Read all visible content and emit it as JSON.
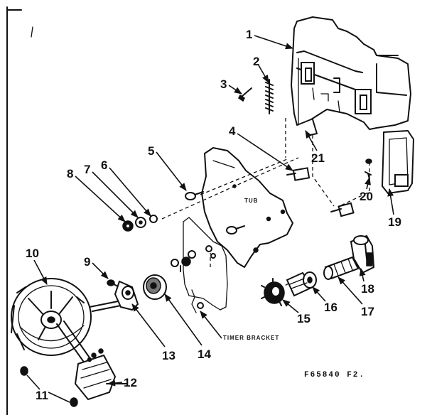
{
  "callouts": [
    {
      "id": "1",
      "text": "1"
    },
    {
      "id": "2",
      "text": "2"
    },
    {
      "id": "3",
      "text": "3"
    },
    {
      "id": "4",
      "text": "4"
    },
    {
      "id": "5",
      "text": "5"
    },
    {
      "id": "6",
      "text": "6"
    },
    {
      "id": "7",
      "text": "7"
    },
    {
      "id": "8",
      "text": "8"
    },
    {
      "id": "9",
      "text": "9"
    },
    {
      "id": "10",
      "text": "10"
    },
    {
      "id": "11",
      "text": "11"
    },
    {
      "id": "12",
      "text": "12"
    },
    {
      "id": "13",
      "text": "13"
    },
    {
      "id": "14",
      "text": "14"
    },
    {
      "id": "15",
      "text": "15"
    },
    {
      "id": "16",
      "text": "16"
    },
    {
      "id": "17",
      "text": "17"
    },
    {
      "id": "18",
      "text": "18"
    },
    {
      "id": "19",
      "text": "19"
    },
    {
      "id": "20",
      "text": "20"
    },
    {
      "id": "21",
      "text": "21"
    }
  ],
  "labels": {
    "tub": "TUB",
    "timer_bracket": "TIMER BRACKET",
    "figure_code": "F65840 F2."
  }
}
